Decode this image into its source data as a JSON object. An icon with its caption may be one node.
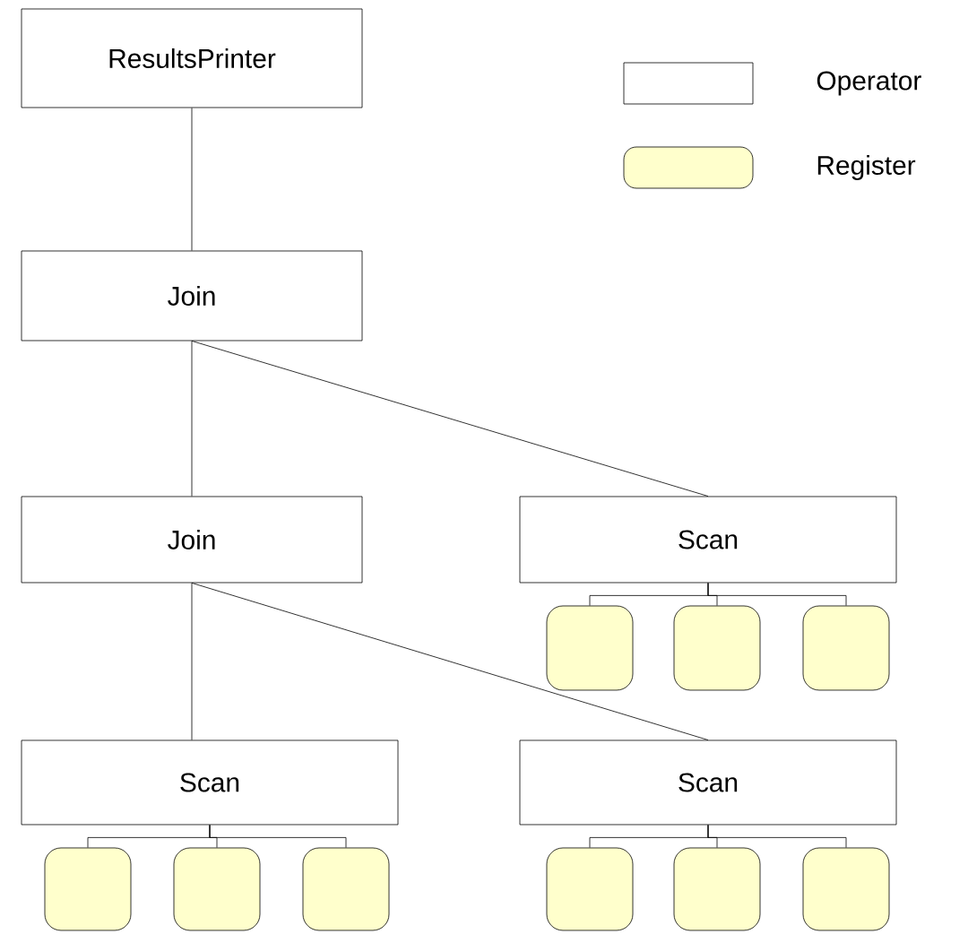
{
  "diagram": {
    "nodes": [
      {
        "text": [
          "ResultsPrinter"
        ]
      },
      {
        "text": [
          "Join"
        ]
      },
      {
        "text": [
          "Join"
        ]
      },
      {
        "text": [
          "Scan"
        ]
      },
      {
        "text": [
          "Scan"
        ]
      },
      {
        "text": [
          "Scan"
        ]
      },
      {
        "text": [],
        "shape": "box"
      },
      {
        "text": [],
        "shape": "box"
      },
      {
        "text": [],
        "shape": "box"
      },
      {
        "text": [],
        "shape": "box"
      },
      {
        "text": [],
        "shape": "box"
      },
      {
        "text": [],
        "shape": "box"
      },
      {
        "text": [],
        "shape": "box"
      },
      {
        "text": [],
        "shape": "box"
      },
      {
        "text": [],
        "shape": "box"
      }
    ],
    "edges": [
      {
        "from": 0,
        "to": 1,
        "arrow": "none"
      },
      {
        "from": 1,
        "to": 2,
        "arrow": "none"
      },
      {
        "from": 1,
        "to": 3,
        "arrow": "none"
      },
      {
        "from": 2,
        "to": 4,
        "arrow": "none"
      },
      {
        "from": 2,
        "to": 5,
        "arrow": "none"
      },
      {
        "from": 3,
        "to": 6,
        "arrow": "none"
      },
      {
        "from": 3,
        "to": 7,
        "arrow": "none"
      },
      {
        "from": 3,
        "to": 8,
        "arrow": "none"
      },
      {
        "from": 4,
        "to": 9,
        "arrow": "none"
      },
      {
        "from": 4,
        "to": 10,
        "arrow": "none"
      },
      {
        "from": 4,
        "to": 11,
        "arrow": "none"
      },
      {
        "from": 5,
        "to": 12,
        "arrow": "none"
      },
      {
        "from": 5,
        "to": 13,
        "arrow": "none"
      },
      {
        "from": 5,
        "to": 14,
        "arrow": "none"
      }
    ],
    "legend": [
      {
        "text": "Operator"
      },
      {
        "text": "Register",
        "color": "#ffffcc"
      }
    ]
  }
}
